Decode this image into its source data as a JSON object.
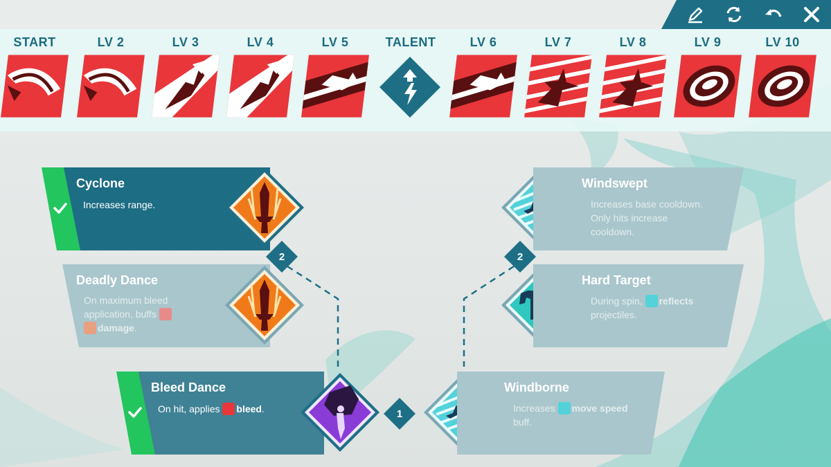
{
  "toolbar": {
    "buttons": [
      {
        "icon": "pencil-icon",
        "name": "edit"
      },
      {
        "icon": "refresh-icon",
        "name": "reset"
      },
      {
        "icon": "undo-icon",
        "name": "undo"
      },
      {
        "icon": "close-icon",
        "name": "close"
      }
    ]
  },
  "levels": [
    {
      "label": "START",
      "icon": "slash-icon"
    },
    {
      "label": "LV 2",
      "icon": "slash-icon"
    },
    {
      "label": "LV 3",
      "icon": "leap-strike-icon"
    },
    {
      "label": "LV 4",
      "icon": "leap-strike-icon"
    },
    {
      "label": "LV 5",
      "icon": "dash-icon"
    },
    {
      "label": "TALENT",
      "icon": "lightning-up-icon"
    },
    {
      "label": "LV 6",
      "icon": "dash-icon"
    },
    {
      "label": "LV 7",
      "icon": "whirl-strike-icon"
    },
    {
      "label": "LV 8",
      "icon": "whirl-strike-icon"
    },
    {
      "label": "LV 9",
      "icon": "cyclone-icon"
    },
    {
      "label": "LV 10",
      "icon": "cyclone-icon"
    }
  ],
  "talents": {
    "cyclone": {
      "title": "Cyclone",
      "desc": "Increases range.",
      "selected": true,
      "icon": "flaming-sword-icon"
    },
    "deadly_dance": {
      "title": "Deadly Dance",
      "desc_1": "On maximum bleed",
      "desc_2": "application, buffs",
      "keyword": "damage",
      "selected": false,
      "icon": "flaming-sword-icon"
    },
    "bleed_dance": {
      "title": "Bleed Dance",
      "desc_prefix": "On hit, applies",
      "keyword": "bleed",
      "suffix": ".",
      "selected": true,
      "icon": "rock-lifter-icon"
    },
    "windswept": {
      "title": "Windswept",
      "desc_1": "Increases base cooldown.",
      "desc_2": "Only hits increase",
      "desc_3": "cooldown.",
      "selected": false,
      "icon": "runner-icon"
    },
    "hard_target": {
      "title": "Hard Target",
      "desc_prefix": "During spin,",
      "keyword": "reflects",
      "desc_2": "projectiles.",
      "selected": false,
      "icon": "flexing-medic-icon"
    },
    "windborne": {
      "title": "Windborne",
      "desc_prefix": "Increases",
      "keyword": "move speed",
      "desc_2": "buff.",
      "selected": false,
      "icon": "runner-icon"
    }
  },
  "tiers": {
    "left_upper": "2",
    "right_upper": "2",
    "bottom": "1"
  },
  "colors": {
    "accent": "#1e6f86",
    "selected_green": "#22c55e",
    "red_tile": "#e8363a",
    "dark_maroon": "#5a1010",
    "orange_icon": "#f07a1a",
    "purple_icon": "#8a3cd6",
    "cyan_icon": "#53d2da"
  }
}
